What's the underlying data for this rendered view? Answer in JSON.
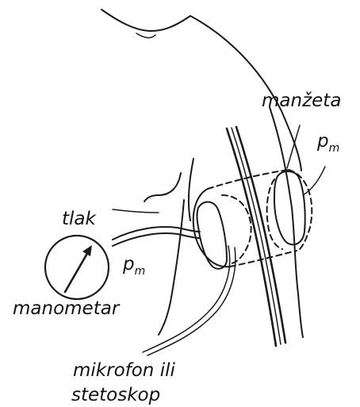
{
  "labels": {
    "cuff": "manžeta",
    "pressure": "tlak",
    "pm_symbol": "p",
    "pm_subscript": "m",
    "gauge": "manometar",
    "mic_line1": "mikrofon ili",
    "mic_line2": "stetoskop"
  },
  "colors": {
    "ink": "#1a1a1a",
    "stipple": "#555555",
    "background": "#ffffff"
  }
}
